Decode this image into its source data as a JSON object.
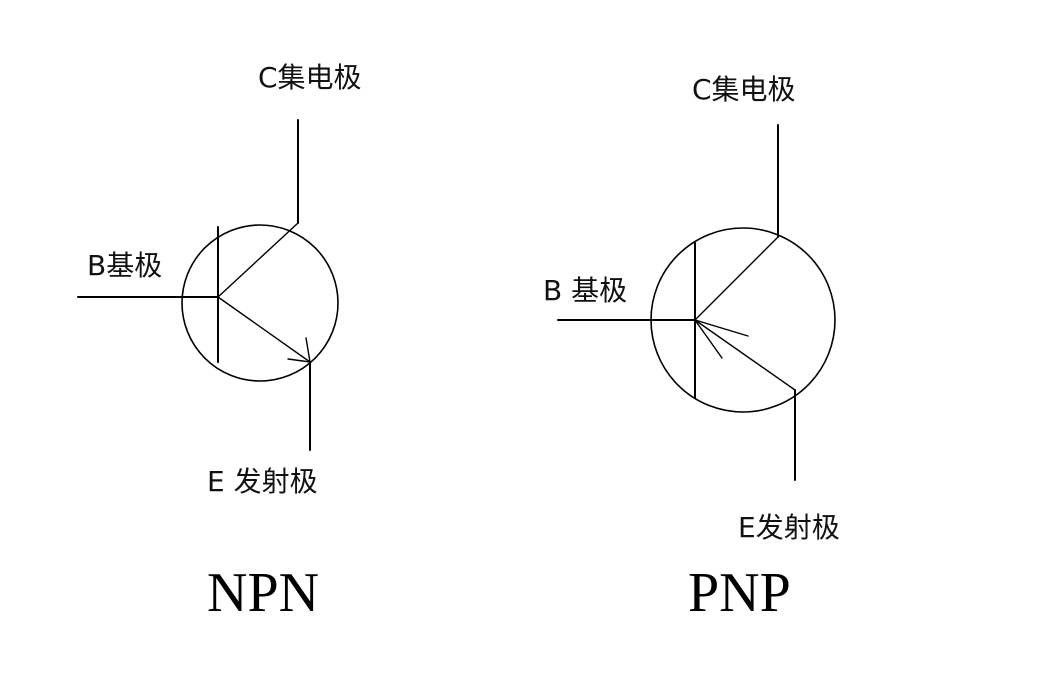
{
  "npn": {
    "collector_label": "C集电极",
    "base_label": "B基极",
    "emitter_label": "E 发射极",
    "title": "NPN"
  },
  "pnp": {
    "collector_label": "C集电极",
    "base_label": "B 基极",
    "emitter_label": "E发射极",
    "title": "PNP"
  }
}
